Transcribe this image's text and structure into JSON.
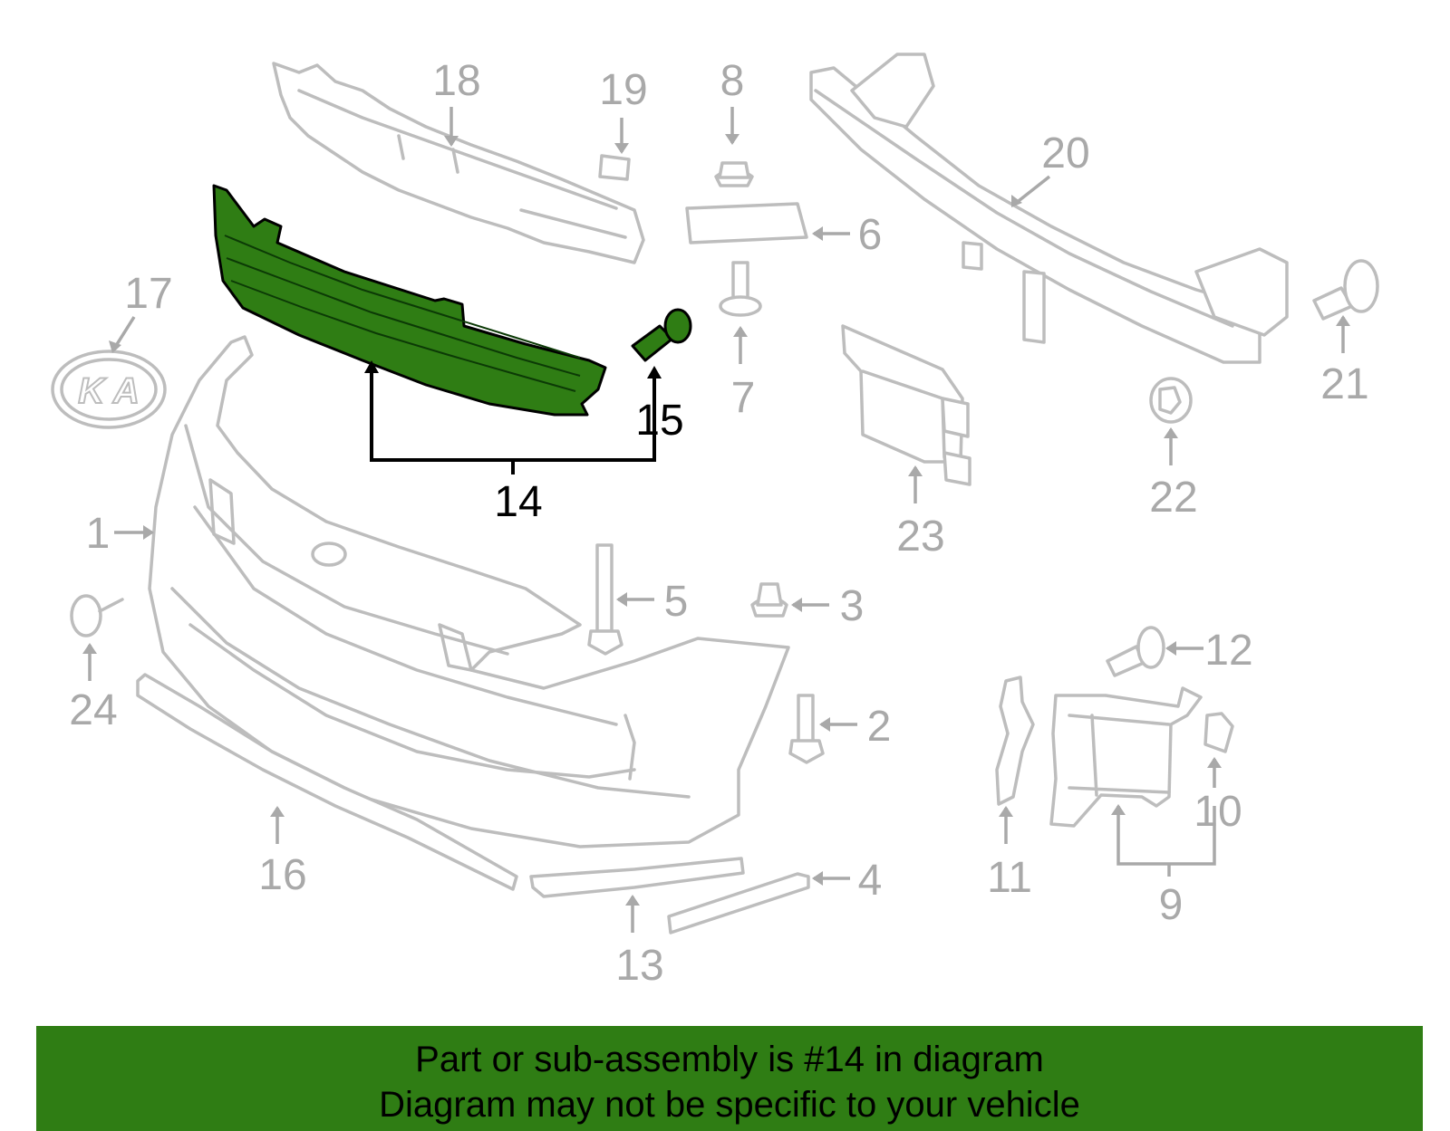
{
  "callouts": {
    "c1": "1",
    "c2": "2",
    "c3": "3",
    "c4": "4",
    "c5": "5",
    "c6": "6",
    "c7": "7",
    "c8": "8",
    "c9": "9",
    "c10": "10",
    "c11": "11",
    "c12": "12",
    "c13": "13",
    "c14": "14",
    "c15": "15",
    "c16": "16",
    "c17": "17",
    "c18": "18",
    "c19": "19",
    "c20": "20",
    "c21": "21",
    "c22": "22",
    "c23": "23",
    "c24": "24"
  },
  "highlight_color": "#2f7d14",
  "footer": {
    "line1": "Part or sub-assembly is #14 in diagram",
    "line2": "Diagram may not be specific to your vehicle"
  }
}
